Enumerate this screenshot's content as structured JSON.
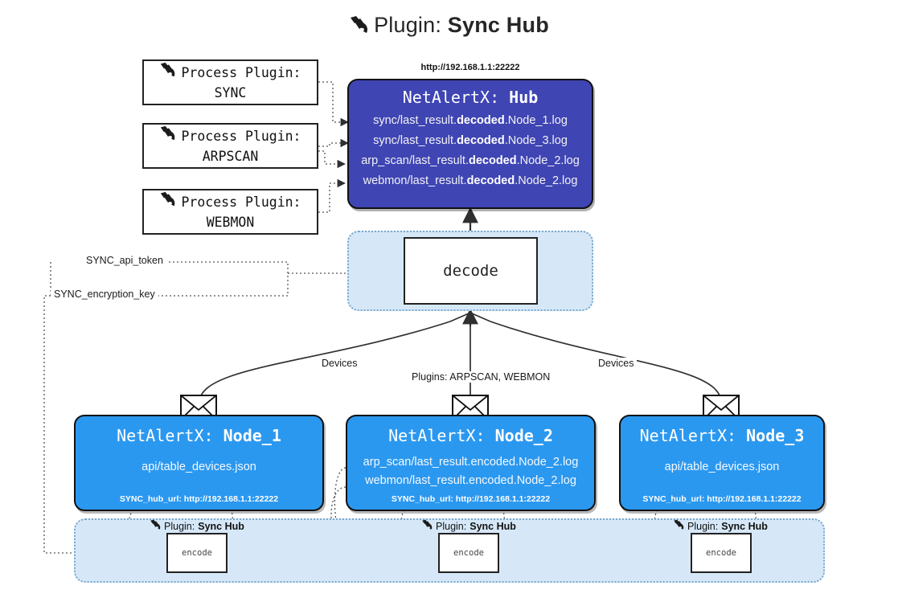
{
  "title": {
    "icon": "plug-icon",
    "prefix": "Plugin:",
    "name": "Sync Hub"
  },
  "process_plugins": [
    {
      "icon": "plug-icon",
      "head": "Process Plugin:",
      "name": "SYNC"
    },
    {
      "icon": "plug-icon",
      "head": "Process Plugin:",
      "name": "ARPSCAN"
    },
    {
      "icon": "plug-icon",
      "head": "Process Plugin:",
      "name": "WEBMON"
    }
  ],
  "hub": {
    "url": "http://192.168.1.1:22222",
    "title_prefix": "NetAlertX:",
    "title_name": "Hub",
    "logs": [
      {
        "pre": "sync/last_result.",
        "em": "decoded",
        "post": ".Node_1.log"
      },
      {
        "pre": "sync/last_result.",
        "em": "decoded",
        "post": ".Node_3.log"
      },
      {
        "pre": "arp_scan/last_result.",
        "em": "decoded",
        "post": ".Node_2.log"
      },
      {
        "pre": "webmon/last_result.",
        "em": "decoded",
        "post": ".Node_2.log"
      }
    ]
  },
  "decode": {
    "label": "decode"
  },
  "settings": {
    "api_token": "SYNC_api_token",
    "encryption_key": "SYNC_encryption_key"
  },
  "edge_labels": {
    "devices_left": "Devices",
    "plugins_mid": "Plugins: ARPSCAN, WEBMON",
    "devices_right": "Devices"
  },
  "nodes": [
    {
      "icon": "envelope-icon",
      "title_prefix": "NetAlertX:",
      "title_name": "Node_1",
      "lines": [
        "api/table_devices.json"
      ],
      "hub_url_label": "SYNC_hub_url: http://192.168.1.1:22222"
    },
    {
      "icon": "envelope-icon",
      "title_prefix": "NetAlertX:",
      "title_name": "Node_2",
      "lines": [
        "arp_scan/last_result.encoded.Node_2.log",
        "webmon/last_result.encoded.Node_2.log"
      ],
      "hub_url_label": "SYNC_hub_url: http://192.168.1.1:22222"
    },
    {
      "icon": "envelope-icon",
      "title_prefix": "NetAlertX:",
      "title_name": "Node_3",
      "lines": [
        "api/table_devices.json"
      ],
      "hub_url_label": "SYNC_hub_url: http://192.168.1.1:22222"
    }
  ],
  "encoders": [
    {
      "icon": "plug-icon",
      "caption_prefix": "Plugin:",
      "caption_name": "Sync Hub",
      "label": "encode"
    },
    {
      "icon": "plug-icon",
      "caption_prefix": "Plugin:",
      "caption_name": "Sync Hub",
      "label": "encode"
    },
    {
      "icon": "plug-icon",
      "caption_prefix": "Plugin:",
      "caption_name": "Sync Hub",
      "label": "encode"
    }
  ],
  "colors": {
    "hub": "#3f45b3",
    "node": "#2b98f0",
    "container": "#d6e8f8",
    "container_border": "#7aa8cc",
    "stroke": "#333333"
  }
}
